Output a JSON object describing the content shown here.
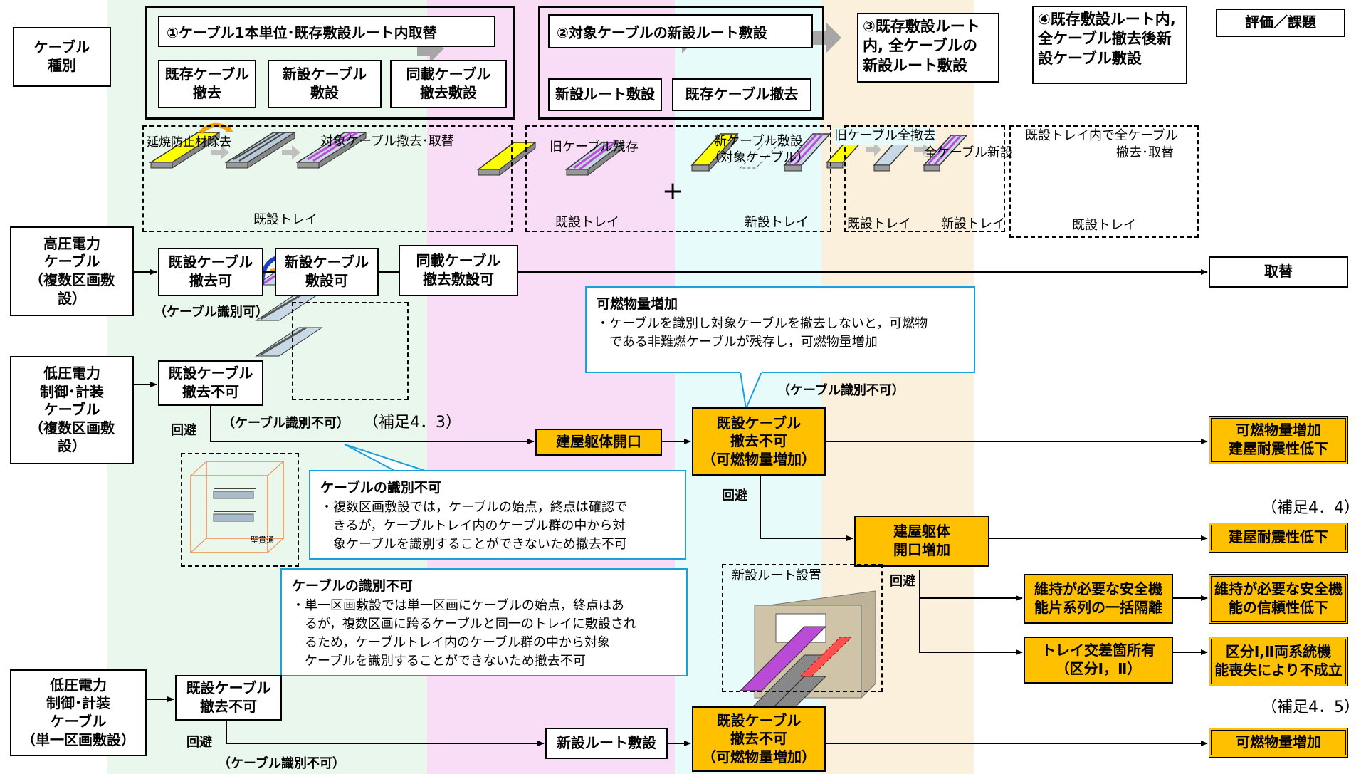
{
  "colors": {
    "phase1_band": "#e9f7ec",
    "phase2_band": "#f9dcf5",
    "phase3_band": "#e8fbfb",
    "phase4_band": "#fbf0dc",
    "result_box": "#ffc000",
    "callout_border": "#1ca0dc",
    "connector_arrow": "#a6a6a6",
    "tray_yellow": "#ffff00",
    "tray_purple": "#b94bd6"
  },
  "left_header": "ケーブル\n種別",
  "eval_header": "評価／課題",
  "phases": {
    "p1": {
      "title": "①ケーブル1本単位･既存敷設ルート内取替",
      "sub": [
        "既存ケーブル\n撤去",
        "新設ケーブル\n敷設",
        "同載ケーブル\n撤去敷設"
      ],
      "diagram_labels": [
        "延焼防止材除去",
        "対象ケーブル撤去･取替",
        "既設トレイ"
      ]
    },
    "p2": {
      "title": "②対象ケーブルの新設ルート敷設",
      "sub": [
        "新設ルート敷設",
        "既存ケーブル撤去"
      ],
      "diagram_labels": [
        "旧ケーブル残存",
        "新ケーブル敷設\n（対象ケーブル）",
        "既設トレイ",
        "新設トレイ"
      ]
    },
    "p3": {
      "title": "③既存敷設ルート\n内, 全ケーブルの\n新設ルート敷設",
      "diagram_labels": [
        "旧ケーブル全撤去",
        "全ケーブル新設",
        "既設トレイ",
        "新設トレイ"
      ]
    },
    "p4": {
      "title": "④既存敷設ルート内,\n全ケーブル撤去後新\n設ケーブル敷設",
      "diagram_labels": [
        "既設トレイ内で全ケーブル",
        "撤去･取替",
        "既設トレイ"
      ]
    }
  },
  "rows": {
    "hv": {
      "type": "高圧電力\nケーブル\n（複数区画敷\n設）",
      "boxes": [
        "既設ケーブル\n撤去可",
        "新設ケーブル\n敷設可",
        "同載ケーブル\n撤去敷設可"
      ],
      "note": "（ケーブル識別可）",
      "result": "取替"
    },
    "lv_multi": {
      "type": "低圧電力\n制御･計装\nケーブル\n（複数区画敷\n設）",
      "box": "既設ケーブル\n撤去不可",
      "avoid": "回避",
      "note": "（ケーブル識別不可）",
      "ref": "（補足4．3）",
      "opening": "建屋躯体開口",
      "removal": "既設ケーブル\n撤去不可\n（可燃物量増加）",
      "removal_note": "（ケーブル識別不可）",
      "result": "可燃物量増加\n建屋耐震性低下",
      "avoid2": "回避",
      "opening_inc": "建屋躯体\n開口増加",
      "result2": "建屋耐震性低下",
      "ref2": "（補足4．4）",
      "avoid3": "回避",
      "branch1": "維持が必要な安全機\n能片系列の一括隔離",
      "branch1_result": "維持が必要な安全機\n能の信頼性低下",
      "branch2": "トレイ交差箇所有\n（区分Ⅰ，Ⅱ）",
      "branch2_result": "区分Ⅰ,Ⅱ両系統機\n能喪失により不成立",
      "new_route_label": "新設ルート設置"
    },
    "lv_single": {
      "type": "低圧電力\n制御･計装\nケーブル\n（単一区画敷設）",
      "box": "既設ケーブル\n撤去不可",
      "avoid": "回避",
      "note": "（ケーブル識別不可）",
      "new_route": "新設ルート敷設",
      "removal": "既設ケーブル\n撤去不可\n（可燃物量増加）",
      "result": "可燃物量増加",
      "ref": "（補足4．5）"
    }
  },
  "callouts": {
    "c1": {
      "title": "可燃物量増加",
      "body": "・ケーブルを識別し対象ケーブルを撤去しないと，可燃物\n　である非難燃ケーブルが残存し，可燃物量増加"
    },
    "c2": {
      "title": "ケーブルの識別不可",
      "body": "・複数区画敷設では，ケーブルの始点，終点は確認で\n　きるが，ケーブルトレイ内のケーブル群の中から対\n　象ケーブルを識別することができないため撤去不可"
    },
    "c3": {
      "title": "ケーブルの識別不可",
      "body": "・単一区画敷設では単一区画にケーブルの始点，終点はあ\n　るが，複数区画に跨るケーブルと同一のトレイに敷設され\n　るため，ケーブルトレイ内のケーブル群の中から対象\n　ケーブルを識別することができないため撤去不可"
    }
  },
  "misc": {
    "plus_sign": "+",
    "wall_label": "壁貫通"
  },
  "icons": [
    "chevron-right-arrow-icon",
    "cable-tray-icon",
    "rotate-arrow-icon",
    "wall-penetration-icon"
  ]
}
